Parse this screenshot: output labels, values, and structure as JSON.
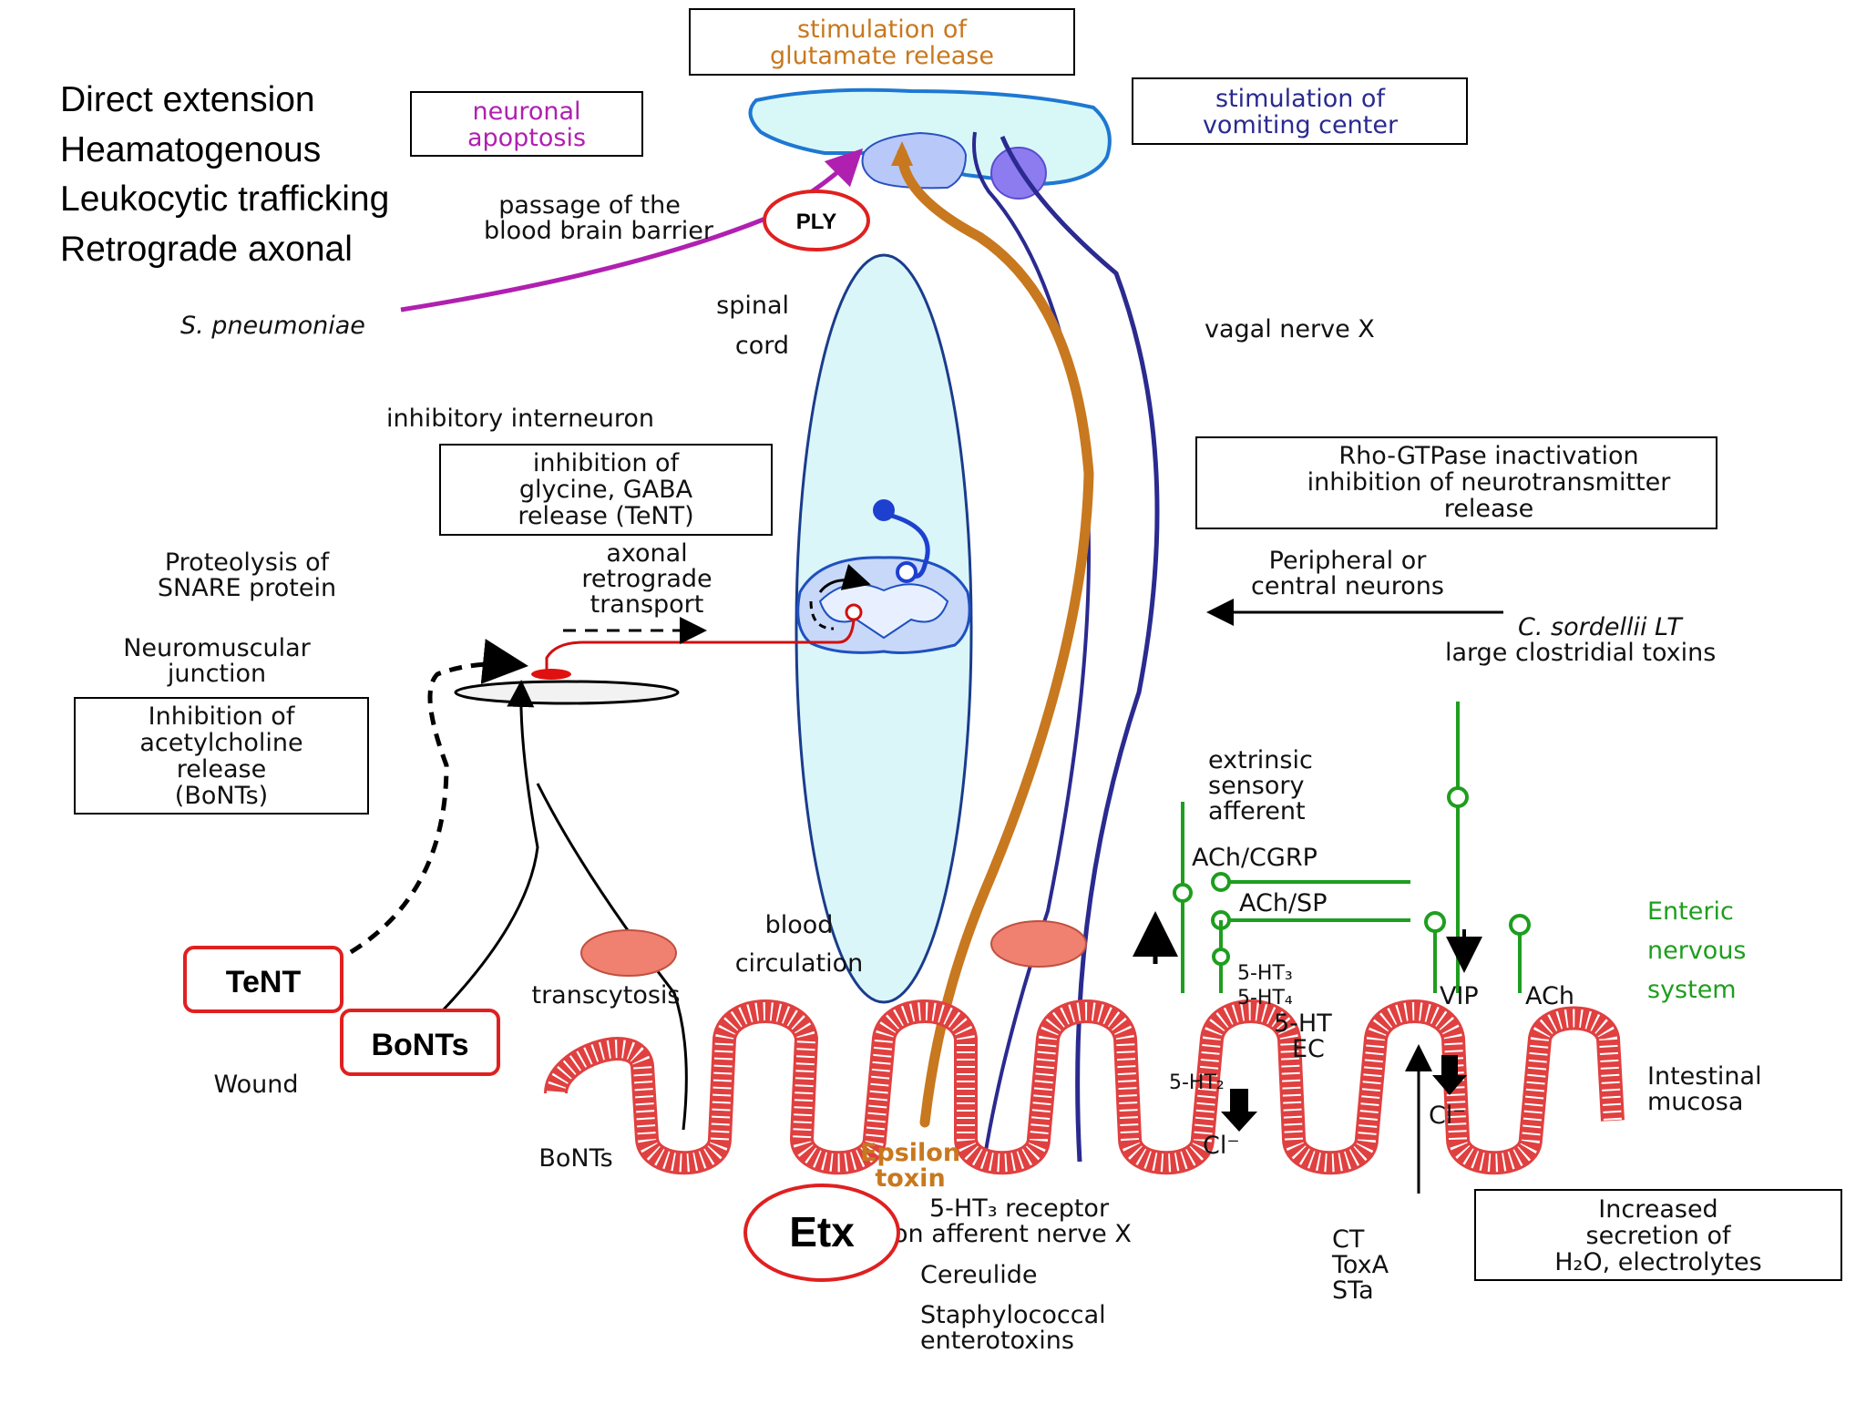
{
  "side_list": [
    "Direct extension",
    "Heamatogenous",
    "Leukocytic trafficking",
    "Retrograde axonal"
  ],
  "boxes": {
    "glutamate": [
      "stimulation of",
      "glutamate release"
    ],
    "apoptosis": [
      "neuronal",
      "apoptosis"
    ],
    "vomiting": [
      "stimulation of",
      "vomiting center"
    ],
    "glycine": [
      "inhibition of",
      "glycine, GABA",
      "release (TeNT)"
    ],
    "rho": [
      "Rho-GTPase inactivation",
      "inhibition of neurotransmitter",
      "release"
    ],
    "acetylcholine": [
      "Inhibition of",
      "acetylcholine",
      "release",
      "(BoNTs)"
    ],
    "secretion": [
      "Increased",
      "secretion of",
      "H₂O, electrolytes"
    ]
  },
  "labels": {
    "bbb": [
      "passage of the",
      "blood brain barrier"
    ],
    "pneumoniae": "S. pneumoniae",
    "spinal": [
      "spinal",
      "cord"
    ],
    "vagal": "vagal nerve X",
    "interneuron": "inhibitory interneuron",
    "snare": [
      "Proteolysis of",
      "SNARE protein"
    ],
    "axonal": [
      "axonal",
      "retrograde",
      "transport"
    ],
    "peripheral": [
      "Peripheral or",
      "central neurons"
    ],
    "sordellii": "C. sordellii LT",
    "large_clostridial": "large clostridial toxins",
    "nmj": [
      "Neuromuscular",
      "junction"
    ],
    "extrinsic": [
      "extrinsic",
      "sensory",
      "afferent"
    ],
    "ach_cgrp": "ACh/CGRP",
    "ach_sp": "ACh/SP",
    "ht3": "5-HT₃",
    "ht4": "5-HT₄",
    "vip": "VIP",
    "ach": "ACh",
    "enteric": [
      "Enteric",
      "nervous",
      "system"
    ],
    "blood": "blood",
    "circulation": "circulation",
    "transcytosis": "transcytosis",
    "wound": "Wound",
    "bonts_lower": "BoNTs",
    "ht": "5-HT",
    "ec": "EC",
    "ht2": "5-HT₂",
    "cl_left": "Cl⁻",
    "cl_right": "Cl⁻",
    "intestinal": [
      "Intestinal",
      "mucosa"
    ],
    "epsilon": [
      "Epsilon",
      "toxin"
    ],
    "receptor": [
      "5-HT₃ receptor",
      "on afferent nerve X"
    ],
    "cereulide": "Cereulide",
    "staph": [
      "Staphylococcal",
      "enterotoxins"
    ],
    "ct_list": [
      "CT",
      "ToxA",
      "STa"
    ]
  },
  "callouts": {
    "ply": "PLY",
    "tent": "TeNT",
    "bonts": "BoNTs",
    "etx": "Etx"
  },
  "colors": {
    "orange": "#C8781E",
    "magenta": "#B020B0",
    "navy": "#2A2A90",
    "green": "#1E9E1E",
    "red": "#E02020",
    "brain_fill": "#D8F8F8",
    "spine_fill": "#DAF6F8"
  }
}
